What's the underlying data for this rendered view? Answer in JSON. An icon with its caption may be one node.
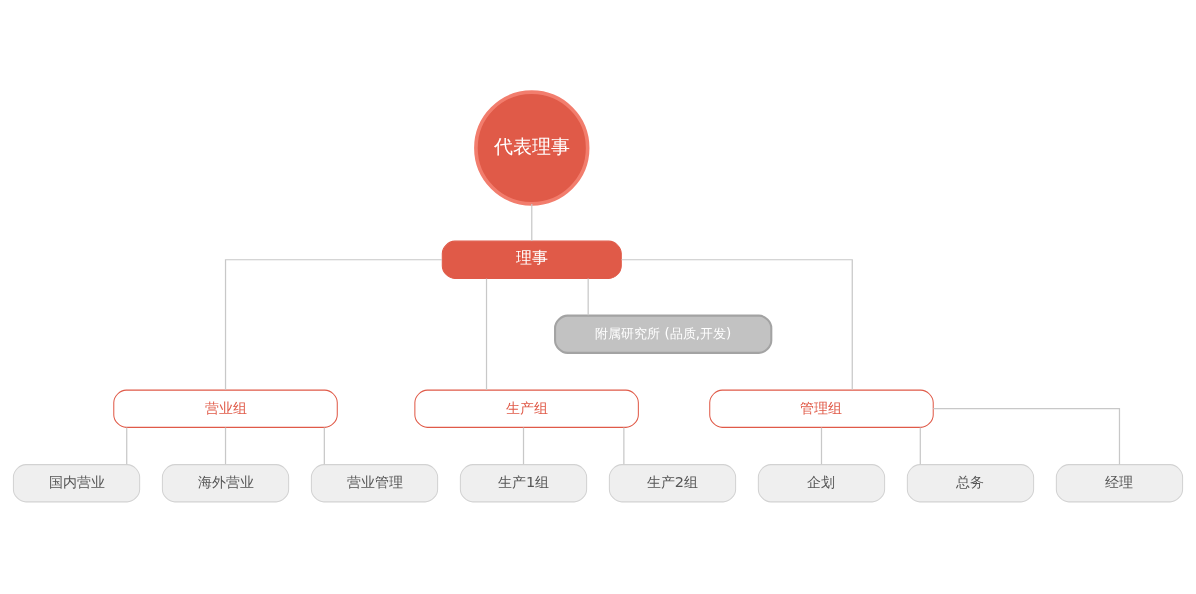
{
  "diagram": {
    "nodes": [
      {
        "text": [
          "代表理事"
        ]
      },
      {
        "text": [
          "理事"
        ]
      },
      {
        "text": [
          "附属研究所 (品质,开发)"
        ]
      },
      {
        "text": [
          "营业组"
        ]
      },
      {
        "text": [
          "生产组"
        ]
      },
      {
        "text": [
          "管理组"
        ]
      },
      {
        "text": [
          "国内营业"
        ]
      },
      {
        "text": [
          "海外营业"
        ]
      },
      {
        "text": [
          "营业管理"
        ]
      },
      {
        "text": [
          "生产1组"
        ]
      },
      {
        "text": [
          "生产2组"
        ]
      },
      {
        "text": [
          "企划"
        ]
      },
      {
        "text": [
          "总务"
        ]
      },
      {
        "text": [
          "经理"
        ]
      }
    ],
    "edges": [
      {
        "from": 0,
        "to": 1,
        "arrow": "none"
      },
      {
        "from": 1,
        "to": 2,
        "arrow": "none"
      },
      {
        "from": 1,
        "to": 3,
        "arrow": "none"
      },
      {
        "from": 1,
        "to": 4,
        "arrow": "none"
      },
      {
        "from": 1,
        "to": 5,
        "arrow": "none"
      },
      {
        "from": 3,
        "to": 6,
        "arrow": "none"
      },
      {
        "from": 3,
        "to": 7,
        "arrow": "none"
      },
      {
        "from": 3,
        "to": 8,
        "arrow": "none"
      },
      {
        "from": 4,
        "to": 9,
        "arrow": "none"
      },
      {
        "from": 4,
        "to": 10,
        "arrow": "none"
      },
      {
        "from": 5,
        "to": 11,
        "arrow": "none"
      },
      {
        "from": 5,
        "to": 12,
        "arrow": "none"
      },
      {
        "from": 5,
        "to": 13,
        "arrow": "none"
      }
    ]
  }
}
